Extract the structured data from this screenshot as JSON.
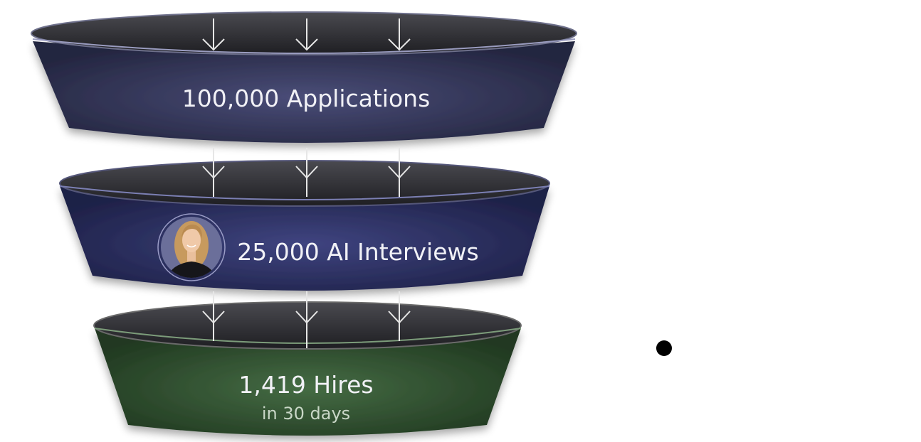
{
  "funnel": {
    "stages": [
      {
        "label": "100,000 Applications",
        "sublabel": "",
        "color": "#2f3256",
        "color_light": "#4a4d78"
      },
      {
        "label": "25,000 AI Interviews",
        "sublabel": "",
        "color": "#262a5c",
        "color_light": "#3f4480"
      },
      {
        "label": "1,419 Hires",
        "sublabel": "in 30 days",
        "color": "#2b4a2b",
        "color_light": "#456c44"
      }
    ],
    "avatar": {
      "icon": "person-portrait-icon",
      "bg_color": "#6b6f9a",
      "hair_color": "#c79a5e",
      "skin_color": "#f0c9a8",
      "shirt_color": "#16161a"
    },
    "arrow_color": "#e6e6e6",
    "dot_color": "#000000"
  }
}
